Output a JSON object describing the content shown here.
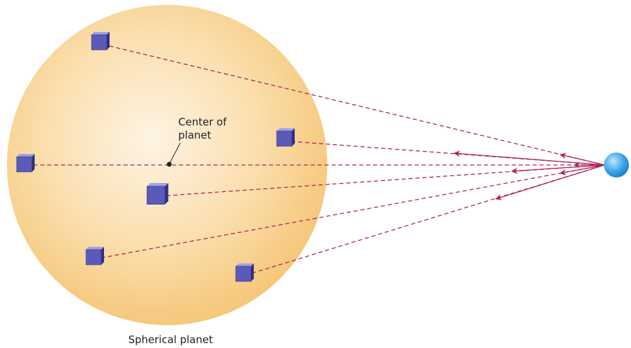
{
  "labels": {
    "center": [
      "Center of",
      "planet"
    ],
    "planet": "Spherical planet"
  },
  "colors": {
    "planet_center": "#fdf3e1",
    "planet_mid": "#fbe0ae",
    "planet_edge": "#f6c97c",
    "line": "#b0245a",
    "cube_front": "#5656b4",
    "cube_top": "#9a9ae0",
    "cube_side": "#34348a",
    "moon": "#2e9be0"
  },
  "icons": {
    "mass_element": "cube-icon",
    "moon": "sphere-icon"
  }
}
